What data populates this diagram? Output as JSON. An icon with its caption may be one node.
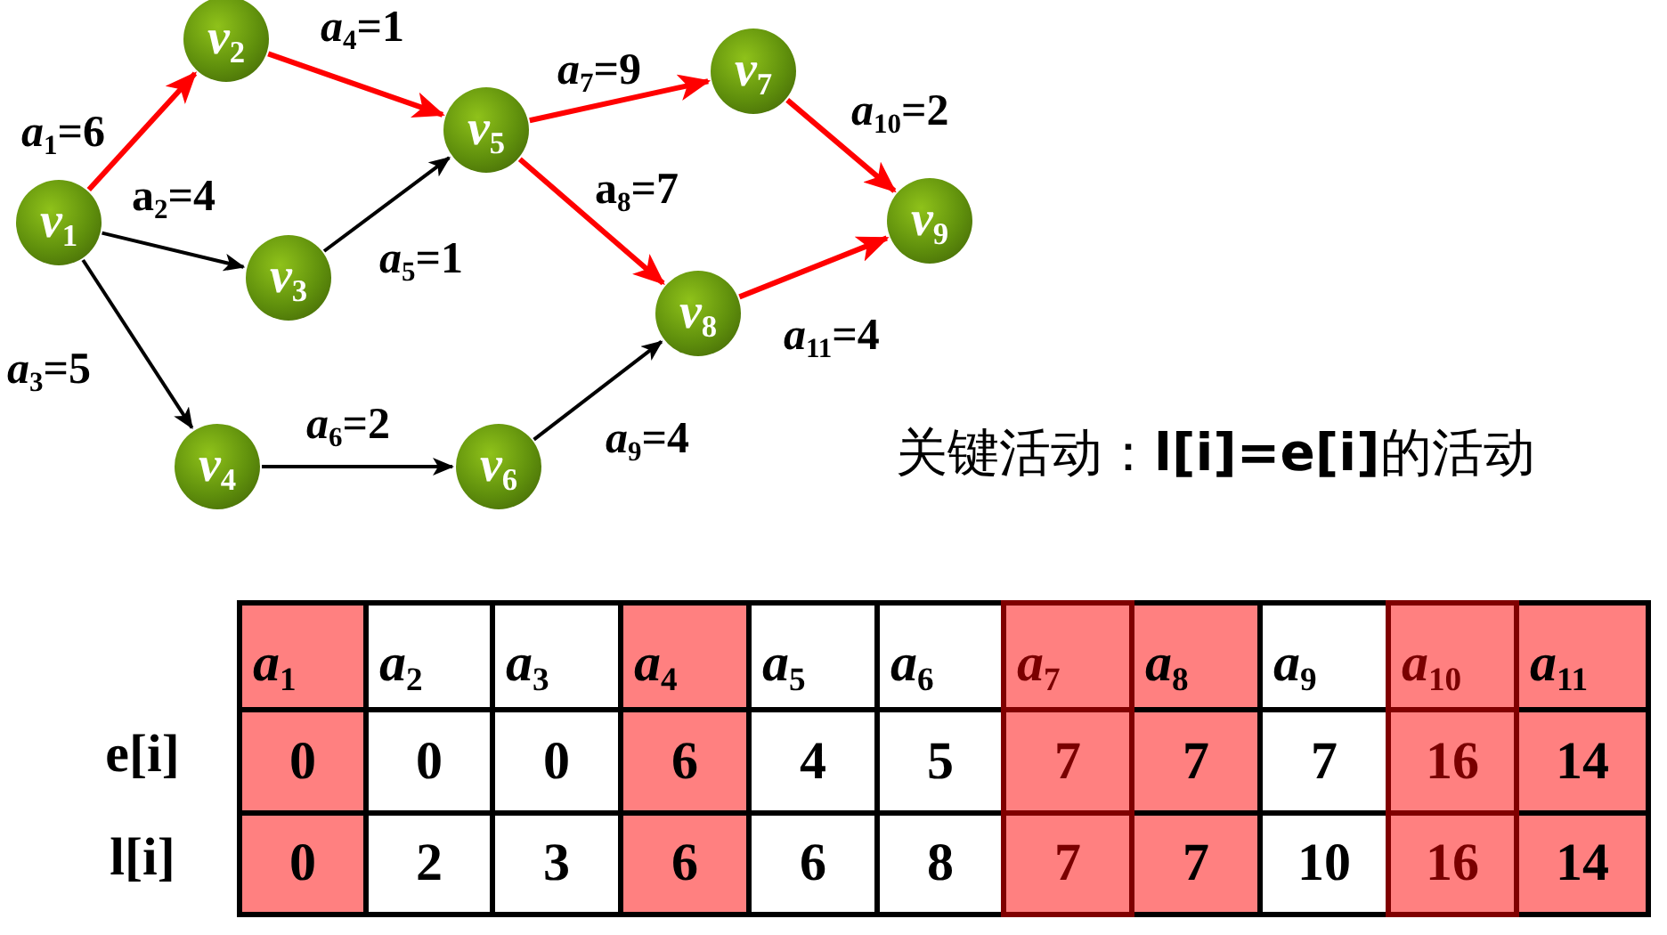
{
  "diagram": {
    "nodes": [
      {
        "text": [
          "v$_{1}$"
        ]
      },
      {
        "text": [
          "v$_{2}$"
        ]
      },
      {
        "text": [
          "v$_{3}$"
        ]
      },
      {
        "text": [
          "v$_{4}$"
        ]
      },
      {
        "text": [
          "v$_{5}$"
        ]
      },
      {
        "text": [
          "v$_{6}$"
        ]
      },
      {
        "text": [
          "v$_{7}$"
        ]
      },
      {
        "text": [
          "v$_{8}$"
        ]
      },
      {
        "text": [
          "v$_{9}$"
        ]
      }
    ],
    "edges": [
      {
        "from": 0,
        "to": 1,
        "arrow": "to",
        "label": "*a*$_{1}$=6"
      },
      {
        "from": 0,
        "to": 2,
        "arrow": "to",
        "label": "a$_{2}$=4",
        "color": "#000000"
      },
      {
        "from": 0,
        "to": 3,
        "arrow": "to",
        "label": "*a*$_{3}$=5",
        "color": "#000000"
      },
      {
        "from": 1,
        "to": 4,
        "arrow": "to",
        "label": "*a*$_{4}$=1"
      },
      {
        "from": 2,
        "to": 4,
        "arrow": "to",
        "label": "*a*$_{5}$=1",
        "color": "#000000"
      },
      {
        "from": 3,
        "to": 5,
        "arrow": "to",
        "label": "*a*$_{6}$=2",
        "color": "#000000"
      },
      {
        "from": 4,
        "to": 6,
        "arrow": "to",
        "label": "*a*$_{7}$=9"
      },
      {
        "from": 4,
        "to": 7,
        "arrow": "to",
        "label": "a$_{8}$=7"
      },
      {
        "from": 5,
        "to": 7,
        "arrow": "to",
        "label": "*a*$_{9}$=4",
        "color": "#000000"
      },
      {
        "from": 6,
        "to": 8,
        "arrow": "to",
        "label": "*a*$_{10}$=2"
      },
      {
        "from": 7,
        "to": 8,
        "arrow": "to",
        "label": "*a*$_{11}$=4"
      }
    ],
    "labels": [
      "关键活动：**l[i]=e[i]**的活动",
      "*a*$_{1}$",
      "*a*$_{2}$",
      "*a*$_{3}$",
      "*a*$_{4}$",
      "*a*$_{5}$",
      "*a*$_{6}$",
      "*a*$_{7}$",
      "*a*$_{8}$",
      "*a*$_{9}$",
      "*a*$_{10}$",
      "*a*$_{11}$",
      "e[i]",
      "0",
      "0",
      "0",
      "6",
      "4",
      "5",
      "7",
      "7",
      "7",
      "16",
      "14",
      "l[i]",
      "0",
      "2",
      "3",
      "6",
      "6",
      "8",
      "7",
      "7",
      "10",
      "16",
      "14"
    ]
  }
}
